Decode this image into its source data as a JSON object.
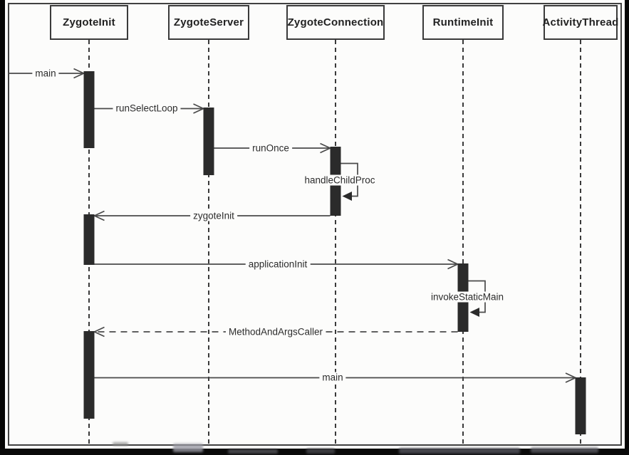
{
  "diagram": {
    "kind": "uml-sequence-diagram",
    "lifelines": [
      {
        "name": "ZygoteInit"
      },
      {
        "name": "ZygoteServer"
      },
      {
        "name": "ZygoteConnection"
      },
      {
        "name": "RuntimeInit"
      },
      {
        "name": "ActivityThread"
      }
    ],
    "messages": [
      {
        "label": "main",
        "from": "external",
        "to": "ZygoteInit",
        "style": "solid-open-arrow"
      },
      {
        "label": "runSelectLoop",
        "from": "ZygoteInit",
        "to": "ZygoteServer",
        "style": "solid-open-arrow"
      },
      {
        "label": "runOnce",
        "from": "ZygoteServer",
        "to": "ZygoteConnection",
        "style": "solid-open-arrow"
      },
      {
        "label": "handleChildProc",
        "from": "ZygoteConnection",
        "to": "ZygoteConnection",
        "style": "self-call-filled-arrow"
      },
      {
        "label": "zygoteInit",
        "from": "ZygoteConnection",
        "to": "ZygoteInit",
        "style": "solid-open-arrow"
      },
      {
        "label": "applicationInit",
        "from": "ZygoteInit",
        "to": "RuntimeInit",
        "style": "solid-open-arrow"
      },
      {
        "label": "invokeStaticMain",
        "from": "RuntimeInit",
        "to": "RuntimeInit",
        "style": "self-call-filled-arrow"
      },
      {
        "label": "MethodAndArgsCaller",
        "from": "RuntimeInit",
        "to": "ZygoteInit",
        "style": "dashed-open-arrow"
      },
      {
        "label": "main",
        "from": "ZygoteInit",
        "to": "ActivityThread",
        "style": "solid-open-arrow"
      }
    ],
    "colors": {
      "ink": "#3a3a3a",
      "line": "#4a4a4a",
      "activation_fill": "#2b2b2b",
      "paper": "#fcfcfb",
      "page_edge": "#050505"
    }
  }
}
